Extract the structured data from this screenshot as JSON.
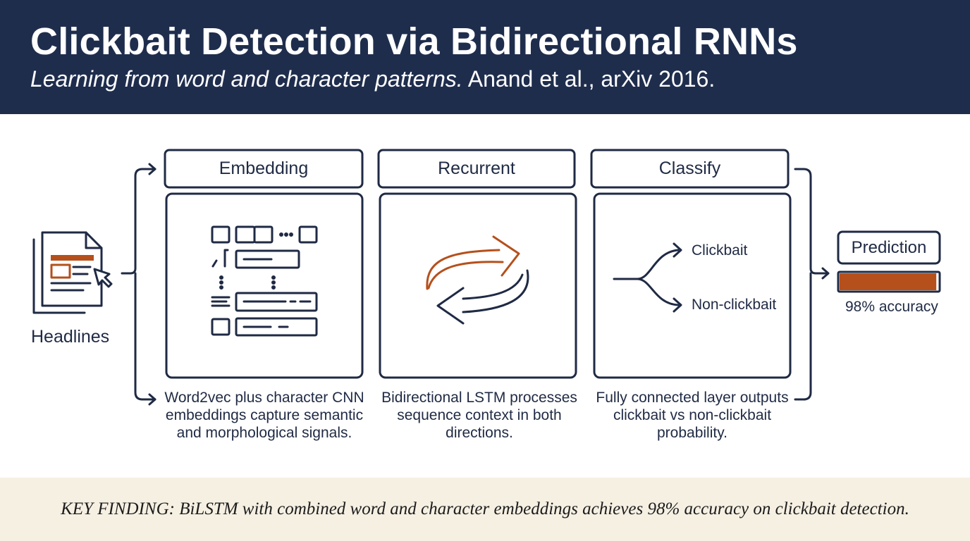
{
  "header": {
    "title": "Clickbait Detection via Bidirectional RNNs",
    "subtitle_italic": "Learning from word and character patterns.",
    "subtitle_rest": " Anand et al., arXiv 2016."
  },
  "input": {
    "label": "Headlines",
    "icon": "document-cursor-icon"
  },
  "stages": [
    {
      "label": "Embedding",
      "caption": "Word2vec plus character CNN embeddings capture semantic and morphological signals.",
      "icon": "embedding-grid-icon"
    },
    {
      "label": "Recurrent",
      "caption": "Bidirectional LSTM processes sequence context in both directions.",
      "icon": "bidirectional-arrows-icon"
    },
    {
      "label": "Classify",
      "caption": "Fully connected layer outputs clickbait vs non-clickbait probability.",
      "icon": "branch-icon"
    }
  ],
  "classify_outputs": [
    "Clickbait",
    "Non-clickbait"
  ],
  "prediction": {
    "label": "Prediction",
    "accuracy_text": "98% accuracy",
    "value": 0.98
  },
  "footer": {
    "finding": "KEY FINDING: BiLSTM with combined word and character embeddings achieves 98% accuracy on clickbait detection."
  },
  "colors": {
    "navy": "#1f2d4d",
    "accent": "#b5501c",
    "footer_bg": "#f6f0e3"
  }
}
